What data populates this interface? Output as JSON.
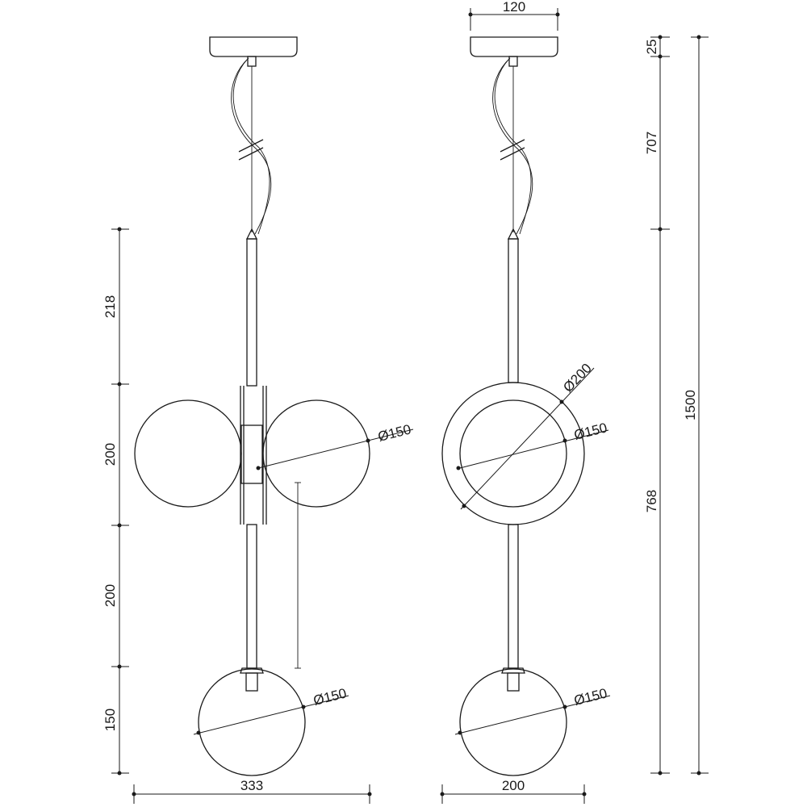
{
  "dimensions": {
    "canopy_width": "120",
    "canopy_height": "25",
    "cable_length": "707",
    "body_length": "768",
    "total_height": "1500",
    "rod_top": "218",
    "ring_section": "200",
    "rod_lower": "200",
    "bottom_globe": "150",
    "front_width": "333",
    "side_width": "200"
  },
  "diameters": {
    "side_globe": "Ø150",
    "ring_outer": "Ø200",
    "ring_inner": "Ø150",
    "front_bottom_globe": "Ø150",
    "side_bottom_globe": "Ø150"
  }
}
